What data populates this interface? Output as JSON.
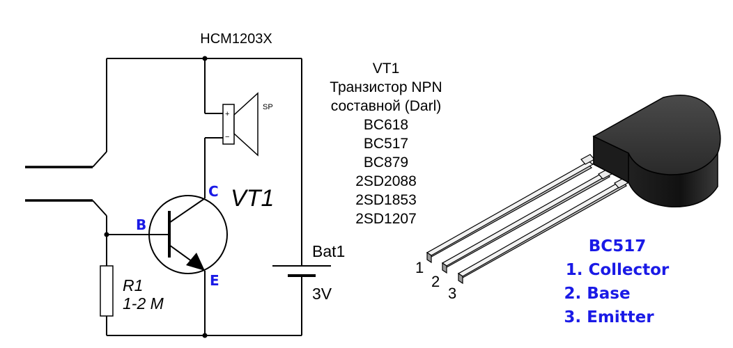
{
  "schematic": {
    "title": "HCM1203X",
    "speaker_label": "SP",
    "speaker_plus": "+",
    "speaker_minus": "−",
    "collector_letter": "C",
    "base_letter": "B",
    "emitter_letter": "E",
    "transistor_name": "VT1",
    "resistor_name": "R1",
    "resistor_value": "1-2 M",
    "battery_name": "Bat1",
    "battery_voltage": "3V"
  },
  "transistor_info": {
    "lines": [
      "VT1",
      "Транзистор NPN",
      "составной (Darl)",
      "BC618",
      "BC517",
      "BC879",
      "2SD2088",
      "2SD1853",
      "2SD1207"
    ]
  },
  "pinout": {
    "pin_numbers": [
      "1",
      "2",
      "3"
    ],
    "legend": [
      "BC517",
      "1. Collector",
      "2. Base",
      "3. Emitter"
    ],
    "legend_color": "#1a1ae6",
    "body_color": "#2e2e2e"
  }
}
